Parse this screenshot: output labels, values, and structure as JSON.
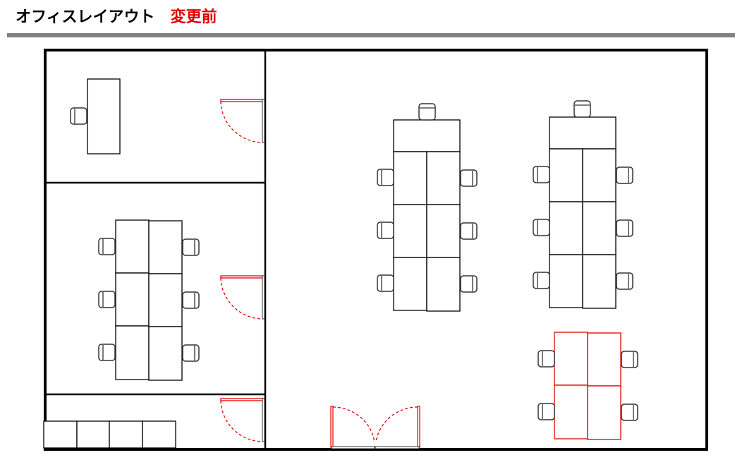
{
  "header": {
    "title": "オフィスレイアウト",
    "status": "変更前",
    "status_color": "#e00000",
    "rule_color": "#808080"
  },
  "legend_colors": {
    "existing": "#000000",
    "changed": "#e00000"
  },
  "rooms": [
    {
      "id": "private-office",
      "label": "",
      "desks": 1,
      "chairs": 1
    },
    {
      "id": "meeting-room",
      "label": "",
      "desks": 6,
      "chairs": 6
    },
    {
      "id": "storage-room",
      "label": "",
      "cabinets": 4
    },
    {
      "id": "open-office",
      "label": "",
      "desk_islands": 3
    }
  ],
  "furniture": {
    "island_a": {
      "desks": 7,
      "chairs": 7
    },
    "island_b": {
      "desks": 7,
      "chairs": 7
    },
    "island_c_changed": {
      "desks": 4,
      "chairs": 4,
      "color": "#e00000"
    }
  },
  "doors": [
    {
      "id": "door-private-office",
      "type": "single"
    },
    {
      "id": "door-meeting-room",
      "type": "single"
    },
    {
      "id": "door-storage-room",
      "type": "single"
    },
    {
      "id": "door-main-entrance",
      "type": "double"
    }
  ]
}
